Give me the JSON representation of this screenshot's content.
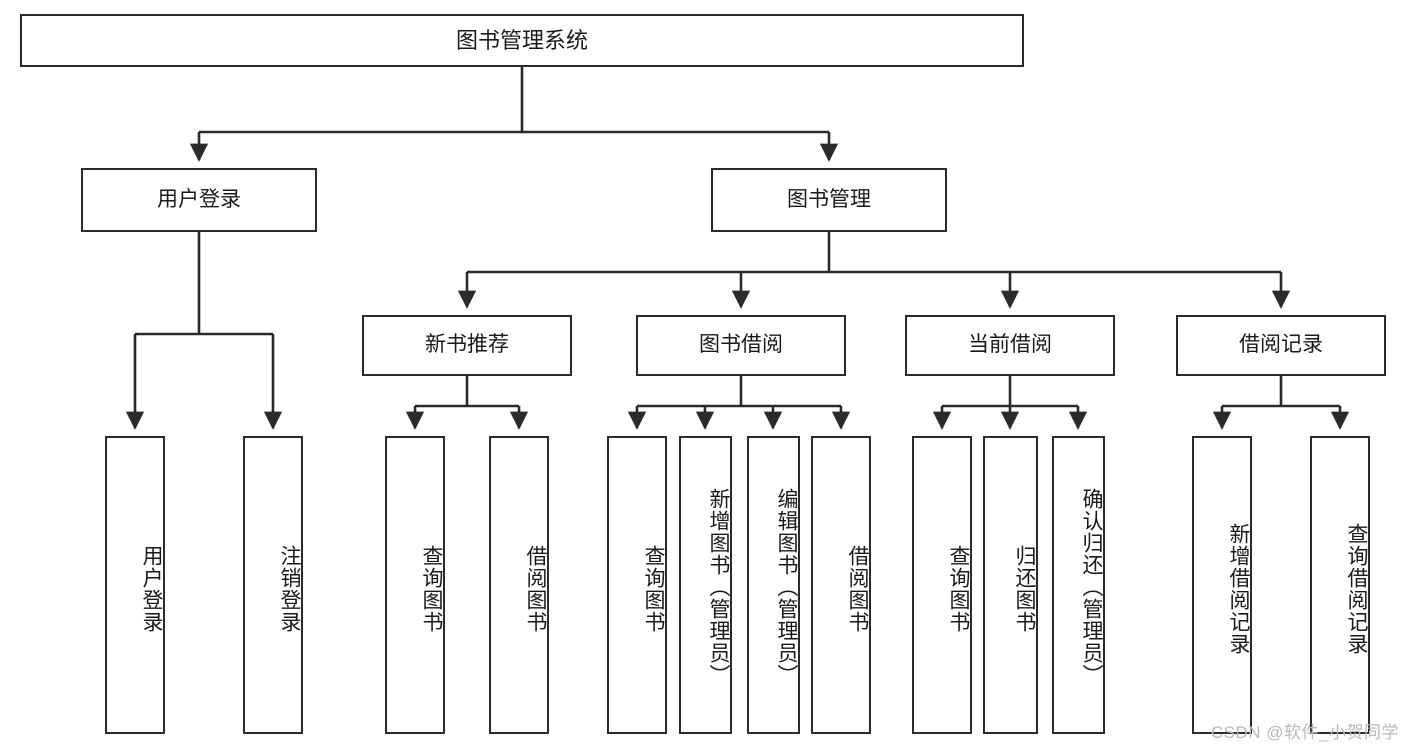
{
  "diagram": {
    "title": "图书管理系统",
    "type": "tree-hierarchy-chart",
    "root": {
      "label": "图书管理系统"
    },
    "level2": [
      {
        "id": "user-login",
        "label": "用户登录"
      },
      {
        "id": "book-manage",
        "label": "图书管理"
      }
    ],
    "level3": [
      {
        "id": "new-book-recommend",
        "label": "新书推荐"
      },
      {
        "id": "book-borrow",
        "label": "图书借阅"
      },
      {
        "id": "current-borrow",
        "label": "当前借阅"
      },
      {
        "id": "borrow-record",
        "label": "借阅记录"
      }
    ],
    "leaves": {
      "user_login": [
        {
          "id": "leaf-user-login",
          "label": "用户登录"
        },
        {
          "id": "leaf-logout-login",
          "label": "注销登录"
        }
      ],
      "new_book_recommend": [
        {
          "id": "leaf-query-book-1",
          "label": "查询图书"
        },
        {
          "id": "leaf-borrow-book-1",
          "label": "借阅图书"
        }
      ],
      "book_borrow": [
        {
          "id": "leaf-query-book-2",
          "label": "查询图书"
        },
        {
          "id": "leaf-add-book",
          "label": "新增图书（管理员）"
        },
        {
          "id": "leaf-edit-book",
          "label": "编辑图书（管理员）"
        },
        {
          "id": "leaf-borrow-book-2",
          "label": "借阅图书"
        }
      ],
      "current_borrow": [
        {
          "id": "leaf-query-book-3",
          "label": "查询图书"
        },
        {
          "id": "leaf-return-book",
          "label": "归还图书"
        },
        {
          "id": "leaf-confirm-return",
          "label": "确认归还（管理员）"
        }
      ],
      "borrow_record": [
        {
          "id": "leaf-add-record",
          "label": "新增借阅记录"
        },
        {
          "id": "leaf-query-record",
          "label": "查询借阅记录"
        }
      ]
    }
  },
  "watermark": {
    "text": "CSDN @软件_小贺同学"
  },
  "colors": {
    "stroke": "#2b2b2b",
    "fill": "#ffffff",
    "text": "#1a1a1a",
    "watermark": "#b9b9b9"
  }
}
